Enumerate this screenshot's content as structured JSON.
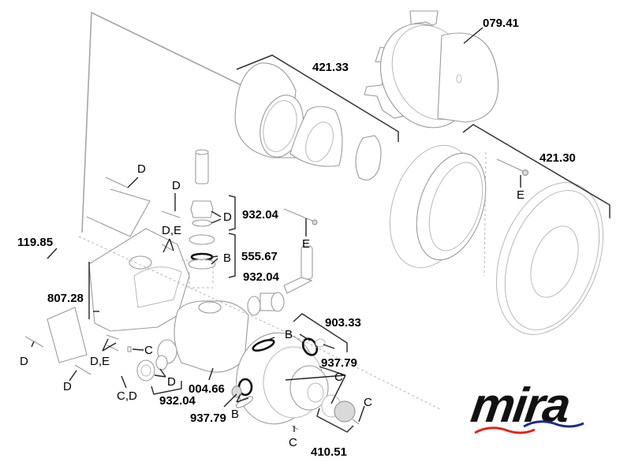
{
  "diagram": {
    "title": "Mira shower valve exploded parts diagram",
    "part_numbers": [
      {
        "id": "079.41",
        "label": "079.41"
      },
      {
        "id": "421.33",
        "label": "421.33"
      },
      {
        "id": "421.30",
        "label": "421.30"
      },
      {
        "id": "932.04-top",
        "label": "932.04"
      },
      {
        "id": "555.67",
        "label": "555.67"
      },
      {
        "id": "932.04-mid",
        "label": "932.04"
      },
      {
        "id": "119.85",
        "label": "119.85"
      },
      {
        "id": "807.28",
        "label": "807.28"
      },
      {
        "id": "903.33",
        "label": "903.33"
      },
      {
        "id": "937.79-right",
        "label": "937.79"
      },
      {
        "id": "004.66",
        "label": "004.66"
      },
      {
        "id": "932.04-bottom",
        "label": "932.04"
      },
      {
        "id": "937.79-left",
        "label": "937.79"
      },
      {
        "id": "410.51",
        "label": "410.51"
      }
    ],
    "callout_letters": {
      "d_top_left": "D",
      "d_top_mid": "D",
      "de_upper": "D,E",
      "d_bracket": "D",
      "b_bracket": "B",
      "e_right": "E",
      "e_ring": "E",
      "d_lower_left": "D",
      "de_lower": "D,E",
      "c_small": "C",
      "d_bottom_left": "D",
      "cd_bottom": "C,D",
      "d_fitting": "D",
      "b_top": "B",
      "c_cluster": "C",
      "b_left": "B",
      "c_right": "C",
      "c_bottom": "C"
    }
  },
  "logo": {
    "text": "mira",
    "wave_colors": {
      "left": "#e0261c",
      "right": "#1c2a8a"
    },
    "text_color": "#111111"
  }
}
